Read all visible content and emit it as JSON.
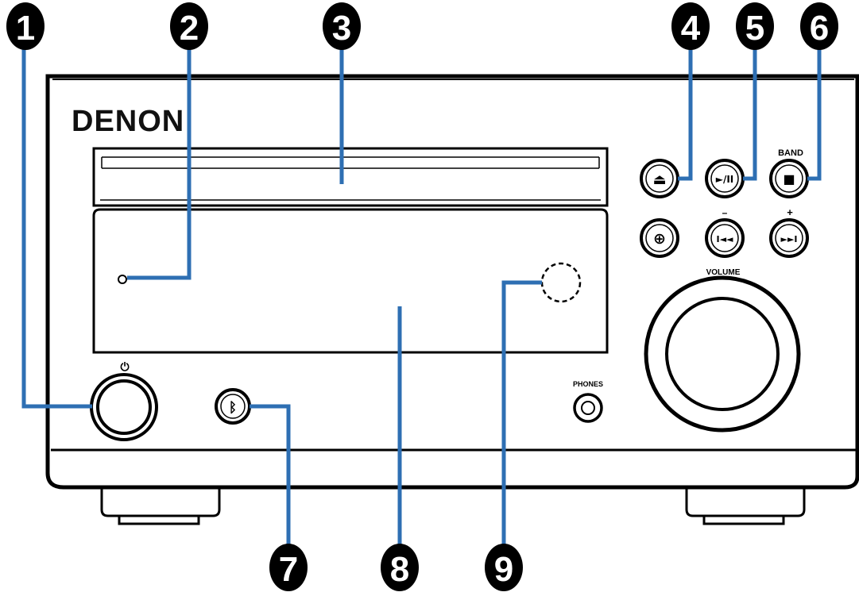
{
  "device": {
    "brand": "DENON",
    "power_symbol": "⏻",
    "band_label": "BAND",
    "minus_label": "–",
    "plus_label": "+",
    "volume_label": "VOLUME",
    "phones_label": "PHONES"
  },
  "button_glyphs": {
    "eject": "⏏",
    "play_pause": "►/II",
    "stop": "■",
    "input": "⊕",
    "prev": "I◄◄",
    "next": "►►I",
    "bluetooth": "ᛒ"
  },
  "callouts": [
    "1",
    "2",
    "3",
    "4",
    "5",
    "6",
    "7",
    "8",
    "9"
  ],
  "colors": {
    "leader": "#2e6fb3",
    "badge": "#000000",
    "outline": "#000000"
  },
  "icons": {
    "power": "power-icon",
    "eject": "eject-icon",
    "play_pause": "play-pause-icon",
    "stop": "stop-icon",
    "input": "input-source-icon",
    "prev": "skip-back-icon",
    "next": "skip-forward-icon",
    "bluetooth": "bluetooth-icon",
    "headphone_jack": "headphone-jack-icon"
  }
}
